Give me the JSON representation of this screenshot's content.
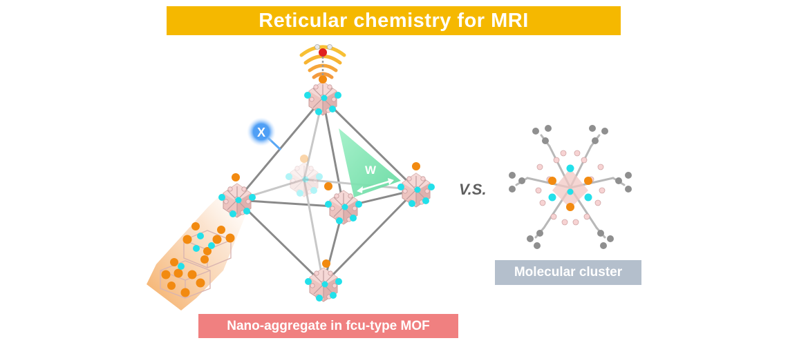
{
  "title": "Reticular chemistry for MRI",
  "mof_label": "Nano-aggregate in fcu-type MOF",
  "cluster_label": "Molecular cluster",
  "vs_label": "V.S.",
  "x_label": "X",
  "w_label": "W",
  "colors": {
    "banner": "#f5b800",
    "mof_label_bg": "#f08080",
    "cluster_label_bg": "#b4bfcc",
    "linker": "#8a8a8a",
    "cyan_atom": "#22e0ea",
    "orange_atom": "#f28a10",
    "pink_atom": "#f2c6c6",
    "grey_atom": "#8f8f8f",
    "green_wedge": "#7fe3b0",
    "blue_glow": "#5aa8f5",
    "water_oxygen": "#e0201e"
  },
  "icons": [
    "water-molecule-icon",
    "signal-waves-icon",
    "x-bubble-icon"
  ]
}
